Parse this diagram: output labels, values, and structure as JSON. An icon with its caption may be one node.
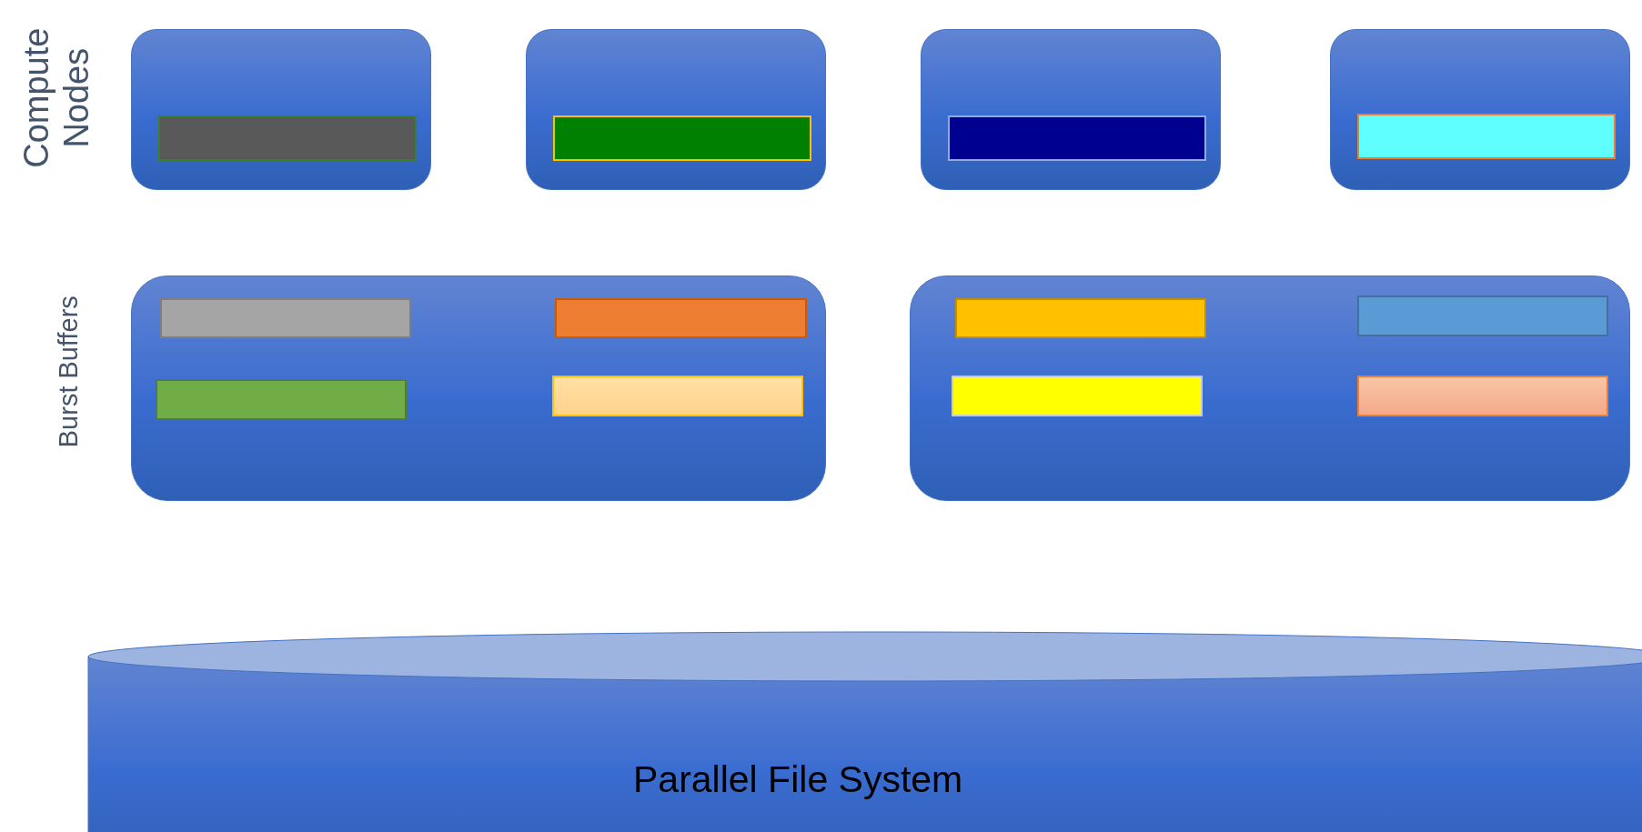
{
  "diagram": {
    "nodes": [
      {
        "text": [],
        "shape": "box"
      },
      {
        "text": [],
        "shape": "bar",
        "in": 0
      },
      {
        "text": [],
        "shape": "box"
      },
      {
        "text": [],
        "shape": "bar",
        "in": 2
      },
      {
        "text": [],
        "shape": "box"
      },
      {
        "text": [],
        "shape": "bar",
        "in": 4
      },
      {
        "text": [],
        "shape": "box"
      },
      {
        "text": [],
        "shape": "bar",
        "in": 6
      },
      {
        "text": [],
        "shape": "box"
      },
      {
        "text": [],
        "shape": "bar",
        "in": 8
      },
      {
        "text": [],
        "shape": "bar",
        "in": 8
      },
      {
        "text": [],
        "shape": "bar",
        "in": 8
      },
      {
        "text": [],
        "shape": "bar",
        "in": 8
      },
      {
        "text": [],
        "shape": "box"
      },
      {
        "text": [],
        "shape": "bar",
        "in": 13
      },
      {
        "text": [],
        "shape": "bar",
        "in": 13
      },
      {
        "text": [],
        "shape": "bar",
        "in": 13
      },
      {
        "text": [],
        "shape": "bar",
        "in": 13
      },
      {
        "text": [
          "Parallel File System"
        ]
      }
    ],
    "labels": [
      "Compute Nodes",
      "Burst Buffers"
    ]
  }
}
